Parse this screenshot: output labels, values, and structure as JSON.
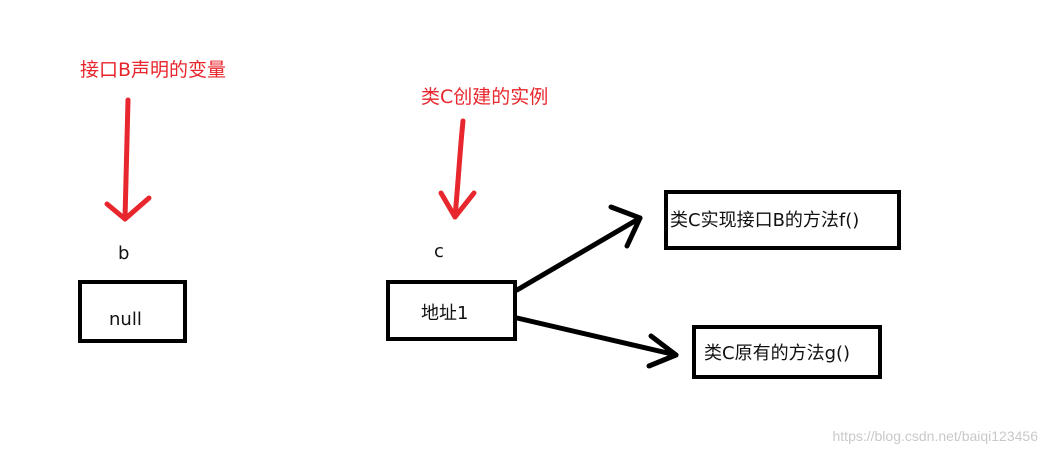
{
  "annotations": {
    "interface_var_label": "接口B声明的变量",
    "class_instance_label": "类C创建的实例"
  },
  "variables": {
    "b_name": "b",
    "c_name": "c"
  },
  "boxes": {
    "b_value": "null",
    "c_value": "地址1",
    "method_f": "类C实现接口B的方法f()",
    "method_g": "类C原有的方法g()"
  },
  "watermark": "https://blog.csdn.net/baiqi123456",
  "colors": {
    "annotation": "#e8262d",
    "stroke": "#000000",
    "watermark": "#c9c9c9"
  }
}
